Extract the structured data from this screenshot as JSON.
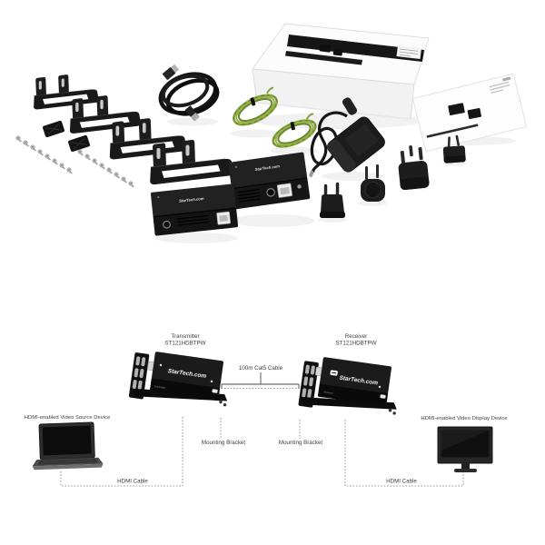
{
  "diagram": {
    "transmitter": {
      "name": "Transmitter",
      "model": "ST121HDBTPW"
    },
    "receiver": {
      "name": "Receiver",
      "model": "ST121HDBTPW"
    },
    "cable_between": "100m Cat5 Cable",
    "source_device": "HDMI-enabled Video Source Device",
    "display_device": "HDMI-enabled Video Display Device",
    "mounting_bracket_left": "Mounting Bracket",
    "mounting_bracket_right": "Mounting Bracket",
    "hdmi_cable_left": "HDMI Cable",
    "hdmi_cable_right": "HDMI Cable"
  },
  "branding": {
    "logo": "StarTech.com"
  },
  "colors": {
    "background": "#ffffff",
    "device_black": "#161616",
    "label_text": "#3f3f3f",
    "cable_green": "#85a23c",
    "connector_dotted_line": "#7a7a7a",
    "box_white": "#fcfcfc"
  }
}
